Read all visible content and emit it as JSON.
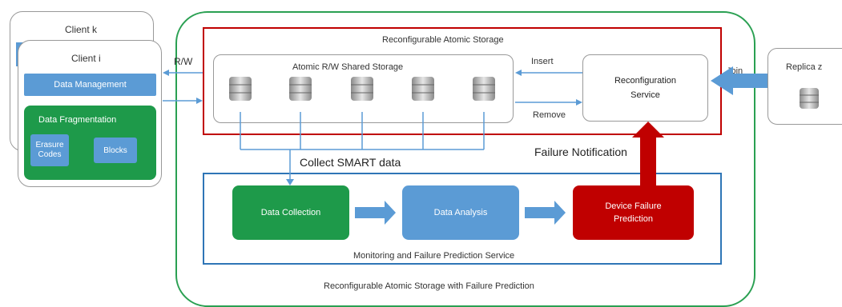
{
  "clients": {
    "back_title": "Client k",
    "front_title": "Client i",
    "data_management": "Data Management",
    "data_fragmentation": "Data Fragmentation",
    "erasure_codes": "Erasure Codes",
    "blocks": "Blocks"
  },
  "rw_label": "R/W",
  "outer_title": "Reconfigurable Atomic Storage with Failure Prediction",
  "storage": {
    "title": "Reconfigurable Atomic Storage",
    "atomic_title": "Atomic R/W Shared Storage",
    "reconfig_service": "Reconfiguration Service",
    "insert": "Insert",
    "remove": "Remove"
  },
  "replica": {
    "title": "Replica z",
    "join": "Join"
  },
  "collect_smart": "Collect SMART data",
  "failure_notification": "Failure Notification",
  "monitoring": {
    "title": "Monitoring and Failure Prediction Service",
    "data_collection": "Data Collection",
    "data_analysis": "Data Analysis",
    "device_failure": "Device Failure Prediction"
  },
  "colors": {
    "green": "#1e9a4a",
    "blue_box": "#5b9bd5",
    "red": "#c00000",
    "dark_blue_border": "#2e75b6"
  }
}
